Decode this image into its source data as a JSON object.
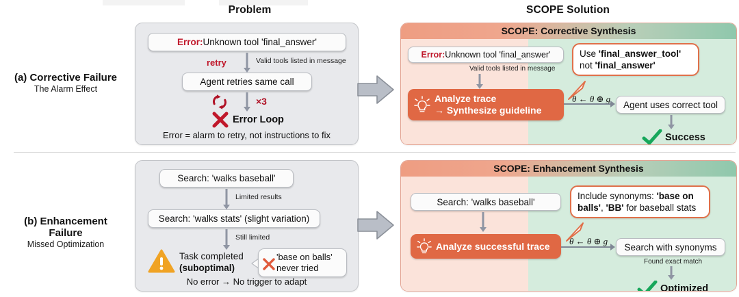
{
  "columns": {
    "problem_title": "Problem",
    "scope_title": "SCOPE Solution"
  },
  "rows": [
    {
      "id": "a",
      "label_main": "(a) Corrective Failure",
      "label_sub": "The Alarm Effect",
      "problem": {
        "node1_error_prefix": "Error:",
        "node1_text": " Unknown tool 'final_answer'",
        "edge1_caption": "Valid tools listed in message",
        "retry_label": "retry",
        "node2_text": "Agent retries same call",
        "loop_count": "×3",
        "outcome_icon": "red-x-icon",
        "outcome_text": "Error Loop",
        "footer_note": "Error = alarm to retry, not instructions to fix"
      },
      "scope": {
        "header": "SCOPE: Corrective Synthesis",
        "node1_error_prefix": "Error:",
        "node1_text": " Unknown tool 'final_answer'",
        "edge1_caption": "Valid tools listed in message",
        "analyze_line1": "Analyze trace",
        "analyze_line2": "→ Synthesize guideline",
        "callout_line1_pre": "Use ",
        "callout_line1_bold": "'final_answer_tool'",
        "callout_line2_pre": "not ",
        "callout_line2_bold": "'final_answer'",
        "theta_formula": "θ ← θ ⊕ g",
        "node_result": "Agent uses correct tool",
        "outcome_icon": "green-check-icon",
        "outcome_text": "Success"
      }
    },
    {
      "id": "b",
      "label_main_line1": "(b) Enhancement",
      "label_main_line2": "Failure",
      "label_sub": "Missed Optimization",
      "problem": {
        "node1_text": "Search: 'walks baseball'",
        "edge1_caption": "Limited results",
        "node2_text": "Search: 'walks stats' (slight variation)",
        "edge2_caption": "Still limited",
        "warn_icon": "warning-triangle-icon",
        "warn_line1": "Task completed",
        "warn_line2": "(suboptimal)",
        "callout_icon": "red-x-icon",
        "callout_line1": "'base on balls'",
        "callout_line2": "never tried",
        "footer_note": "No error → No trigger to adapt"
      },
      "scope": {
        "header": "SCOPE: Enhancement Synthesis",
        "node1_text": "Search: 'walks baseball'",
        "analyze_line1": "Analyze successful trace",
        "callout_line1_pre": "Include synonyms: ",
        "callout_line1_bold": "'base on",
        "callout_line2_bold": "balls'",
        "callout_line2_mid": ", ",
        "callout_line2_bold2": "'BB'",
        "callout_line2_post": " for baseball stats",
        "theta_formula": "θ ← θ ⊕ g",
        "node_result": "Search with synonyms",
        "edge_caption": "Found exact match",
        "outcome_icon": "green-check-icon",
        "outcome_text": "Optimized"
      }
    }
  ],
  "transition_arrow_icon": "right-block-arrow-icon",
  "colors": {
    "error_red": "#c0182b",
    "accent_orange": "#e06844",
    "panel_gray": "#e8e9ec",
    "pink_bg": "#fbe3da",
    "green_bg": "#d5ecdd",
    "success_green": "#17a75b",
    "warn_amber": "#f0a324",
    "arrow_gray": "#8f95a3"
  }
}
